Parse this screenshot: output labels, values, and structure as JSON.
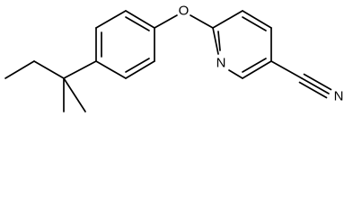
{
  "molecule": {
    "atoms": {
      "oxygen": "O",
      "ring_nitrogen": "N",
      "nitrile_nitrogen": "N"
    },
    "colors": {
      "bond": "#000000",
      "label": "#000000",
      "background": "#ffffff"
    }
  }
}
